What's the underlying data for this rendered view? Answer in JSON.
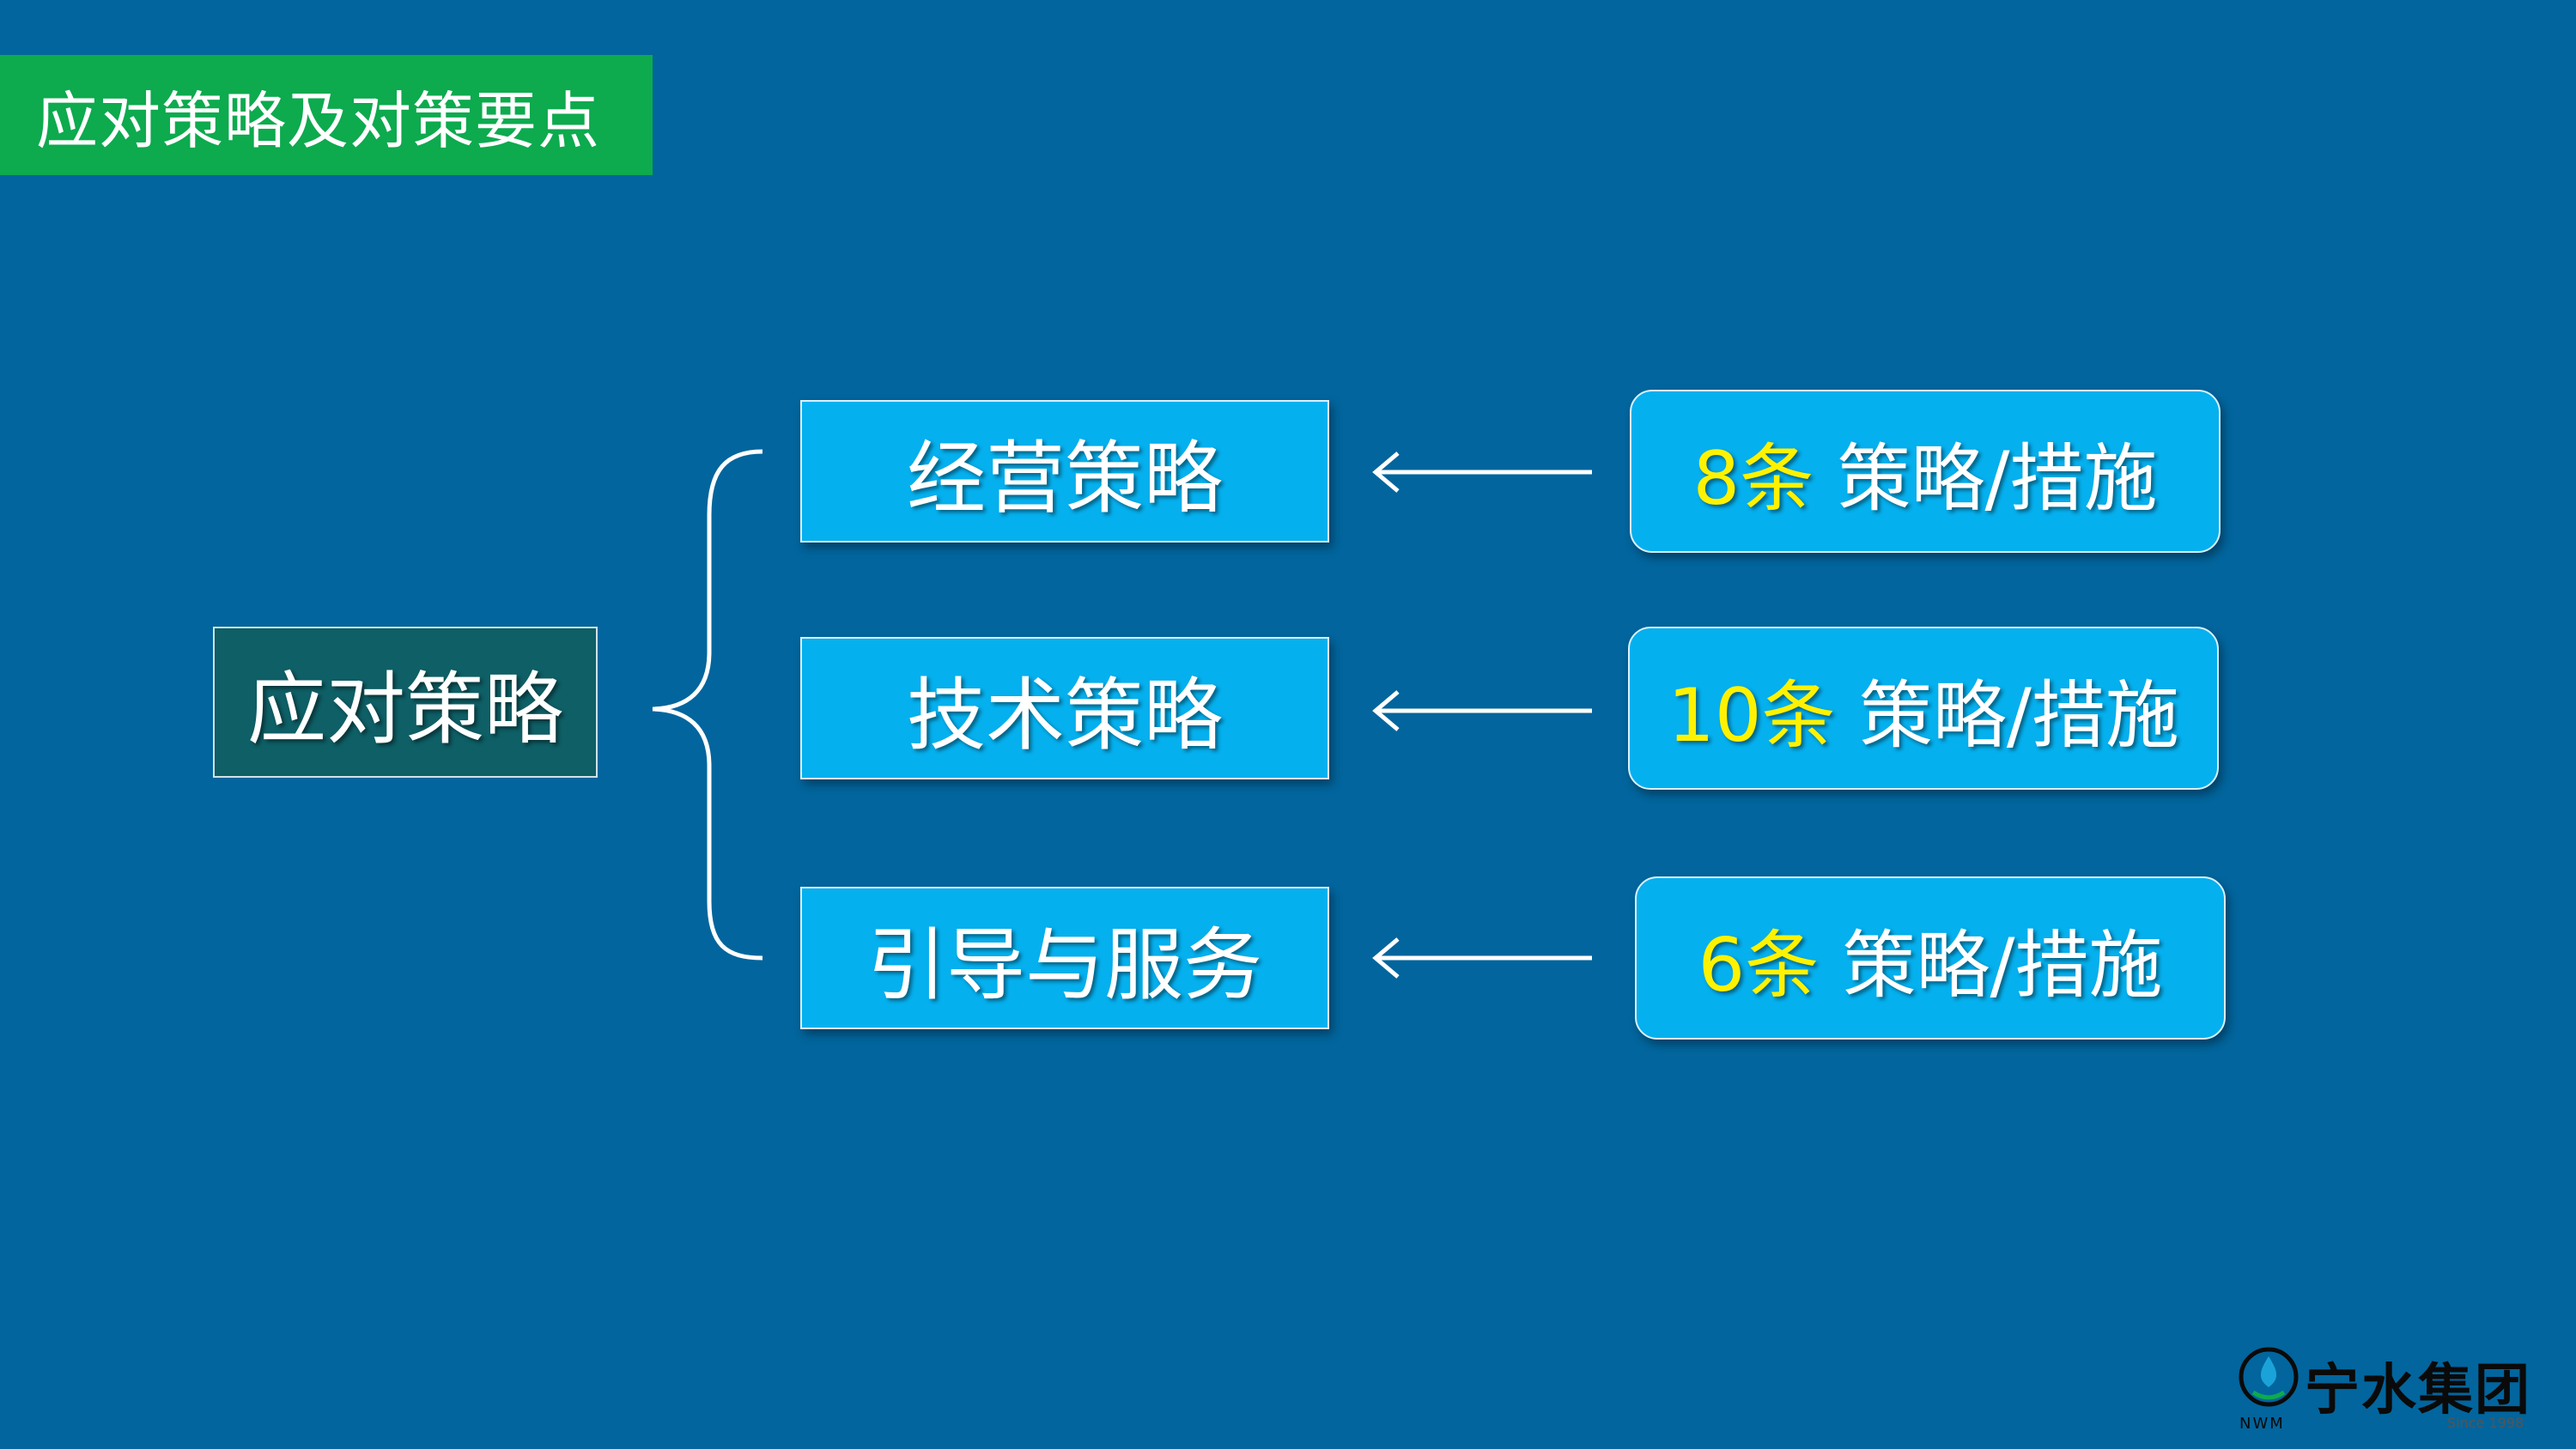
{
  "slide": {
    "title": "应对策略及对策要点"
  },
  "diagram": {
    "root": "应对策略",
    "categories": [
      {
        "label": "经营策略",
        "count": "8条",
        "suffix": " 策略/措施"
      },
      {
        "label": "技术策略",
        "count": "10条",
        "suffix": " 策略/措施"
      },
      {
        "label": "引导与服务",
        "count": "6条",
        "suffix": " 策略/措施"
      }
    ]
  },
  "logo": {
    "name": "宁水集团",
    "abbr": "NWM",
    "tagline": "Since 1998"
  },
  "colors": {
    "background": "#02659d",
    "title_bar": "#0daa4e",
    "root_box": "#0e5f66",
    "node_box": "#05b0ee",
    "count_highlight": "#fff200"
  }
}
